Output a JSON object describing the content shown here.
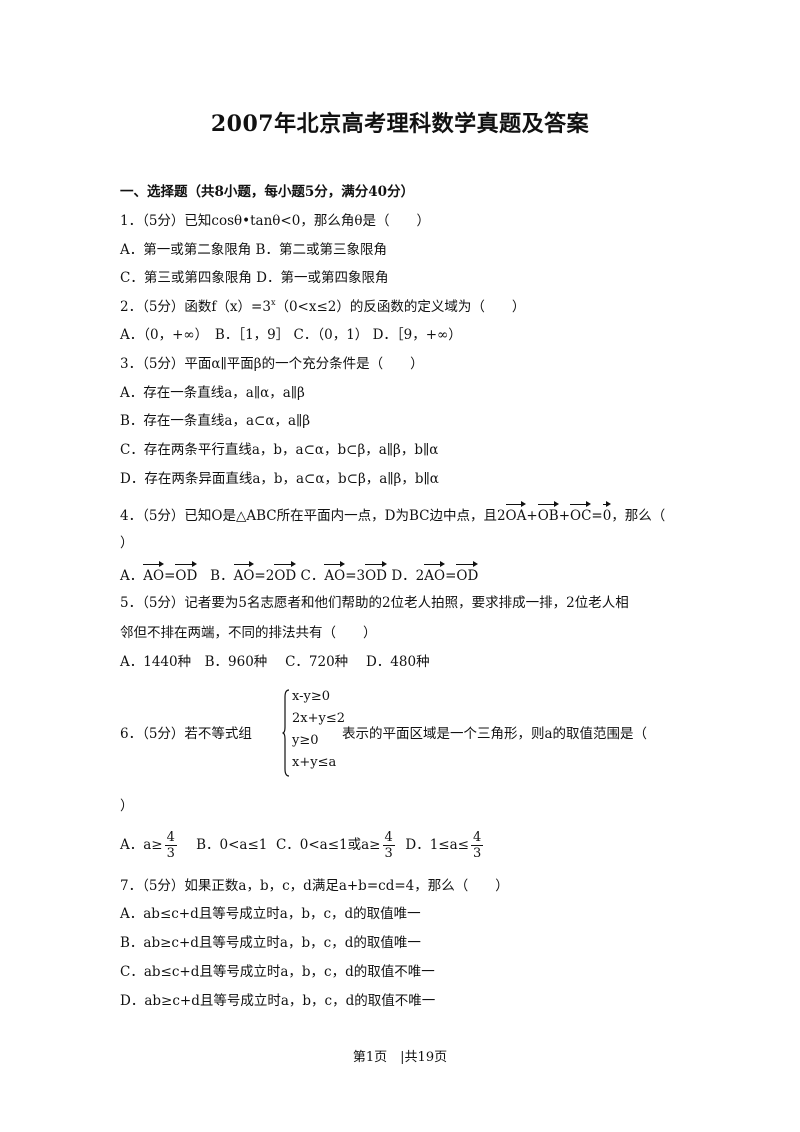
{
  "title": "2007年北京高考理科数学真题及答案",
  "section": "一、选择题（共8小题，每小题5分，满分40分）",
  "q1": {
    "stem": "1．（5分）已知cosθ•tanθ<0，那么角θ是（　　）",
    "opts_line1": "A．第一或第二象限角 B．第二或第三象限角",
    "opts_line2": "C．第三或第四象限角 D．第一或第四象限角"
  },
  "q2": {
    "stem_a": "2．（5分）函数f（x）=3",
    "stem_sup": "x",
    "stem_b": "（0<x≤2）的反函数的定义域为（　　）",
    "opts": "A．（0，+∞）　B．［1，9］ C．（0，1） D．［9，+∞）"
  },
  "q3": {
    "stem": "3．（5分）平面α∥平面β的一个充分条件是（　　）",
    "A": "A．存在一条直线a，a∥α，a∥β",
    "B": "B．存在一条直线a，a⊂α，a∥β",
    "C": "C．存在两条平行直线a，b，a⊂α，b⊂β，a∥β，b∥α",
    "D": "D．存在两条异面直线a，b，a⊂α，b⊂β，a∥β，b∥α"
  },
  "q4": {
    "stem_a": "4．（5分）已知O是△ABC所在平面内一点，D为BC边中点，且",
    "eq": {
      "c1": "2",
      "v1": "OA",
      "p1": "+",
      "v2": "OB",
      "p2": "+",
      "v3": "OC",
      "eqs": "=",
      "v4": "0"
    },
    "stem_b": "，那么（",
    "close": "）",
    "A_label": "A．",
    "A_l": "AO",
    "A_eq": "=",
    "A_r": "OD",
    "B_label": "B．",
    "B_l": "AO",
    "B_eq": "=2",
    "B_r": "OD",
    "C_label": "C．",
    "C_l": "AO",
    "C_eq": "=3",
    "C_r": "OD",
    "D_label": "D．",
    "D_c": "2",
    "D_l": "AO",
    "D_eq": "=",
    "D_r": "OD"
  },
  "q5": {
    "stem_l1": "5．（5分）记者要为5名志愿者和他们帮助的2位老人拍照，要求排成一排，2位老人相",
    "stem_l2": "邻但不排在两端，不同的排法共有（　　）",
    "opts": "A．1440种　B．960种　 C．720种　 D．480种"
  },
  "q6": {
    "stem_a": "6．（5分）若不等式组",
    "sys": [
      "x-y≥0",
      "2x+y≤2",
      "y≥0",
      "x+y≤a"
    ],
    "stem_b": "表示的平面区域是一个三角形，则a的取值范围是（",
    "close": "）",
    "A_label": "A．",
    "A_expr": "a≥",
    "frac_num": "4",
    "frac_den": "3",
    "B": "B．0<a≤1",
    "C_a": "C．0<a≤1或a≥",
    "D_a": "D．1≤a≤"
  },
  "q7": {
    "stem": "7．（5分）如果正数a，b，c，d满足a+b=cd=4，那么（　　）",
    "A": "A．ab≤c+d且等号成立时a，b，c，d的取值唯一",
    "B": "B．ab≥c+d且等号成立时a，b，c，d的取值唯一",
    "C": "C．ab≤c+d且等号成立时a，b，c，d的取值不唯一",
    "D": "D．ab≥c+d且等号成立时a，b，c，d的取值不唯一"
  },
  "footer": "第1页　|共19页"
}
